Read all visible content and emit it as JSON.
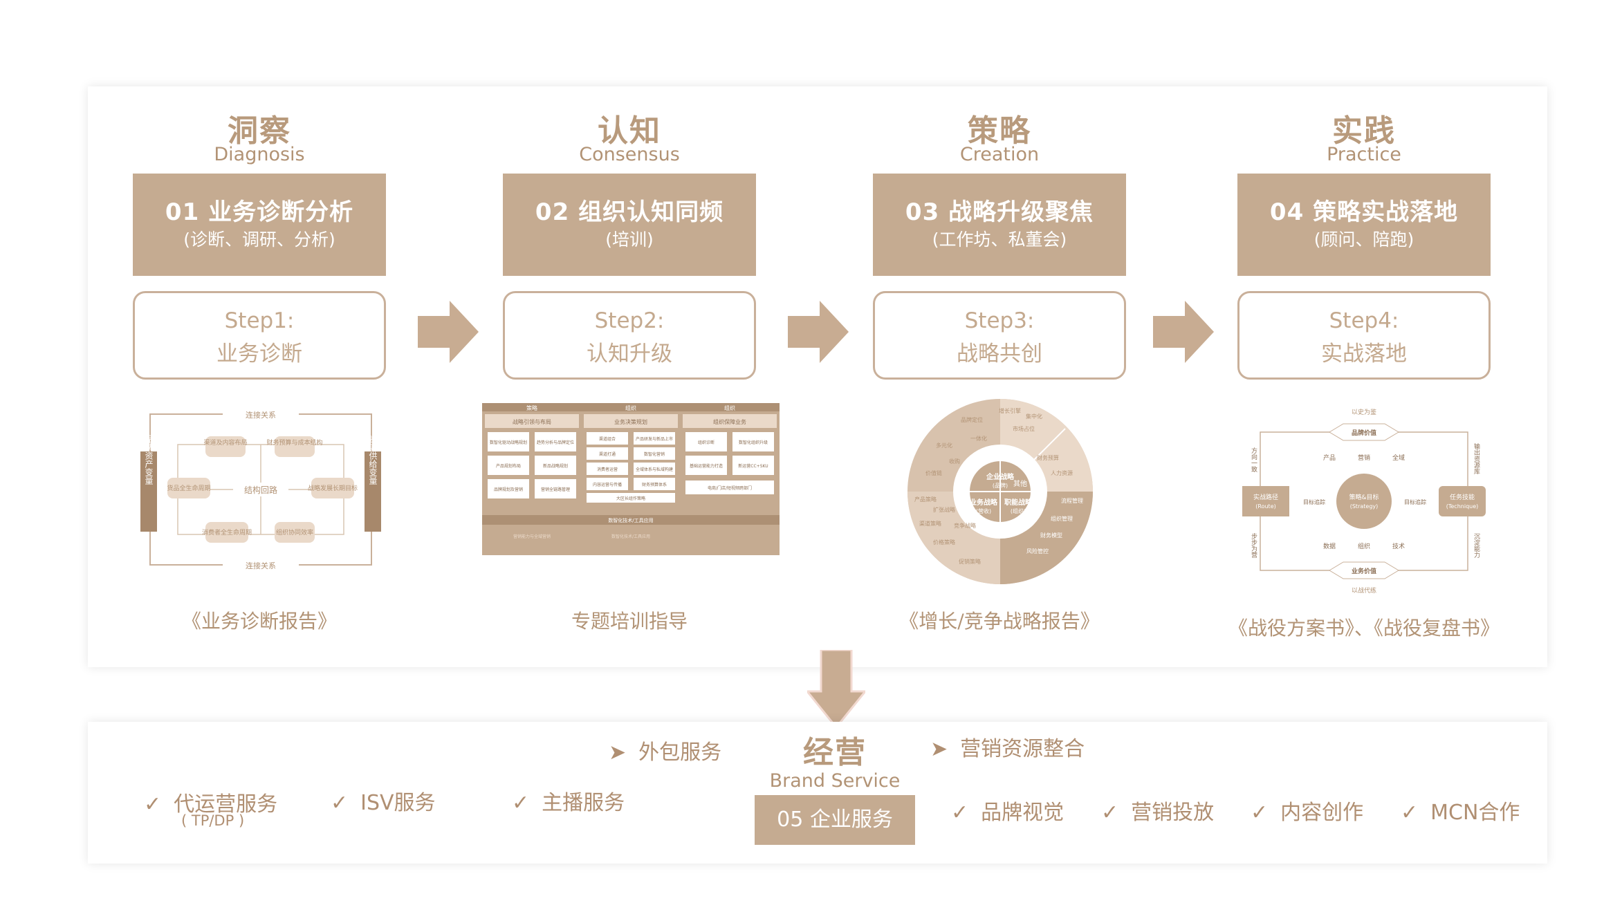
{
  "steps": [
    {
      "title_cn": "洞察",
      "title_en": "Diagnosis",
      "box_main": "01 业务诊断分析",
      "box_sub": "(诊断、调研、分析)",
      "step_label": "Step1:",
      "step_desc": "业务诊断",
      "caption": "《业务诊断报告》"
    },
    {
      "title_cn": "认知",
      "title_en": "Consensus",
      "box_main": "02 组织认知同频",
      "box_sub": "(培训)",
      "step_label": "Step2:",
      "step_desc": "认知升级",
      "caption": "专题培训指导"
    },
    {
      "title_cn": "策略",
      "title_en": "Creation",
      "box_main": "03 战略升级聚焦",
      "box_sub": "(工作坊、私董会)",
      "step_label": "Step3:",
      "step_desc": "战略共创",
      "caption": "《增长/竞争战略报告》"
    },
    {
      "title_cn": "实践",
      "title_en": "Practice",
      "box_main": "04 策略实战落地",
      "box_sub": "(顾问、陪跑)",
      "step_label": "Step4:",
      "step_desc": "实战落地",
      "caption": "《战役方案书》、《战役复盘书》"
    }
  ],
  "thumb1": {
    "top_label": "连接关系",
    "bottom_label": "连接关系",
    "left_label": "品牌资产变量",
    "right_label": "资源供给变量",
    "center_label": "结构回路",
    "nodes": [
      "渠道及内容布局",
      "财务预算与成本结构",
      "货品全生命周期",
      "战略发展长期目标",
      "消费者全生命周期",
      "组织协同效率"
    ]
  },
  "thumb2": {
    "col_headers": [
      "策略",
      "组织",
      "组织"
    ],
    "row_headers": [
      "战略引领与布局",
      "业务决策规划",
      "组织保障业务"
    ],
    "cells": [
      "数智化驱动战略规划",
      "趋势分析与品牌定位",
      "组织诊断",
      "数智化组织升级",
      "产品规划布局",
      "新品战略规划",
      "渠道组合",
      "产品研发与新品上市",
      "基础运营能力打造",
      "新运营CC+SKU",
      "渠道打通",
      "数智化营销",
      "品牌规划及营销",
      "营销全链路管理",
      "消费者运营",
      "全域体系与私域构建",
      "内容运营与传播",
      "财务预算体系",
      "电商/门店/短视频跨部门",
      "大区长组作策略",
      "营销能力与全域营销",
      "数智化技术/工具应用"
    ],
    "footer_rows": [
      "数智化技术/工具应用"
    ]
  },
  "thumb3": {
    "center_labels": [
      "企业战略",
      "(品牌)",
      "其他"
    ],
    "mid_labels": [
      "业务战略",
      "(营收)",
      "职能战略",
      "(组织)"
    ],
    "outer_labels": [
      "增长引擎",
      "集中化",
      "市场占位",
      "品牌定位",
      "一体化",
      "多元化",
      "收购",
      "价值链",
      "财务预算",
      "人力资源",
      "组织管理",
      "产品策略",
      "扩张战略",
      "渠道策略",
      "竞争战略",
      "价格策略",
      "促销策略",
      "流程管理",
      "财务模型",
      "风险管控"
    ]
  },
  "thumb4": {
    "top_label": "以史为鉴",
    "brand_value": "品牌价值",
    "top_row": [
      "产品",
      "营销",
      "全域"
    ],
    "center_main": "策略&目标",
    "center_sub": "(Strategy)",
    "left_box": [
      "实战路径",
      "(Route)"
    ],
    "right_box": [
      "任务技能",
      "(Technique)"
    ],
    "left_arrow": "目标追踪",
    "right_arrow": "目标追踪",
    "bottom_row": [
      "数据",
      "组织",
      "技术"
    ],
    "business_value": "业务价值",
    "bottom_label": "以战代练",
    "left_vertical": "方向一致",
    "left_vertical2": "步步为营",
    "right_vertical": "输出资源库",
    "right_vertical2": "沉淀能力"
  },
  "bottom": {
    "brand_cn": "经营",
    "brand_en": "Brand Service",
    "service_box": "05 企业服务",
    "outsourcing": "外包服务",
    "marketing_integration": "营销资源整合",
    "arrow_mark": "➤",
    "check_mark": "✓",
    "left_items": [
      "代运营服务",
      "ISV服务",
      "主播服务"
    ],
    "left_item_sub": "( TP/DP )",
    "right_items": [
      "品牌视觉",
      "营销投放",
      "内容创作",
      "MCN合作"
    ]
  },
  "colors": {
    "accent": "#c5ab91",
    "text": "#b29375",
    "arrow": "#c8ac92"
  }
}
